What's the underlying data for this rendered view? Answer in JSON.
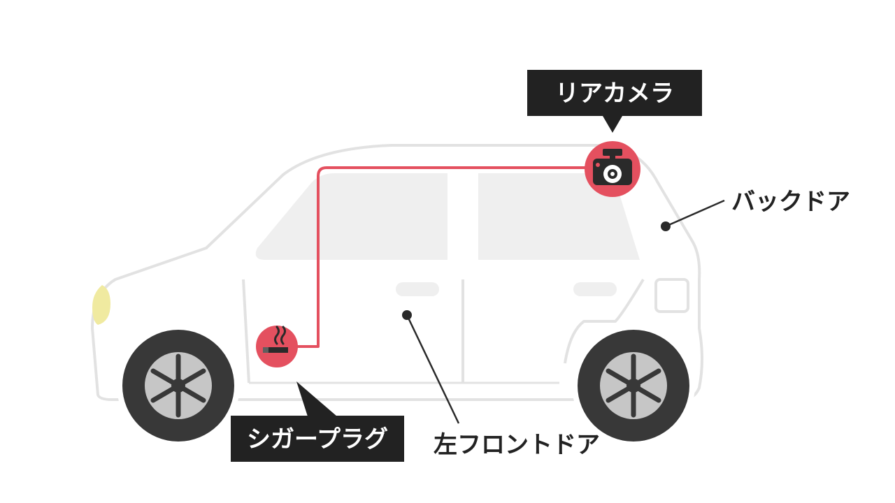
{
  "labels": {
    "rear_camera": "リアカメラ",
    "back_door": "バックドア",
    "cigar_plug": "シガープラグ",
    "left_front_door": "左フロントドア"
  },
  "colors": {
    "accent_red": "#e4505f",
    "label_bg": "#222222",
    "label_text": "#ffffff",
    "car_outline": "#e2e2e2",
    "window": "#efefef",
    "tire": "#383838",
    "wheel": "#c6c6c6",
    "headlight": "#f0eaa0"
  },
  "icons": {
    "camera": "dashcam-icon",
    "plug": "cigarette-socket-icon"
  }
}
